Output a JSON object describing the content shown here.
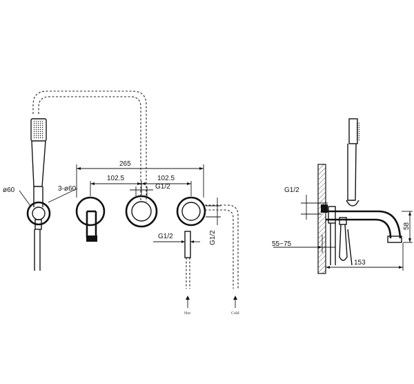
{
  "front_view": {
    "dim_overall": "265",
    "dim_left_spacing": "102.5",
    "dim_right_spacing": "102.5",
    "label_thread_top": "G1/2",
    "label_thread_bottom": "G1/2",
    "label_thread_vertical": "G1/2",
    "label_holder_diameter": "ø60",
    "label_three_holes": "3-ø60",
    "label_hot": "Hot",
    "label_cold": "Cold"
  },
  "side_view": {
    "label_thread": "G1/2",
    "dim_wall_depth": "55~75",
    "dim_spout_reach": "153",
    "dim_spout_height": "58"
  },
  "colors": {
    "line": "#111111",
    "hatch": "#555555",
    "background": "#ffffff"
  }
}
